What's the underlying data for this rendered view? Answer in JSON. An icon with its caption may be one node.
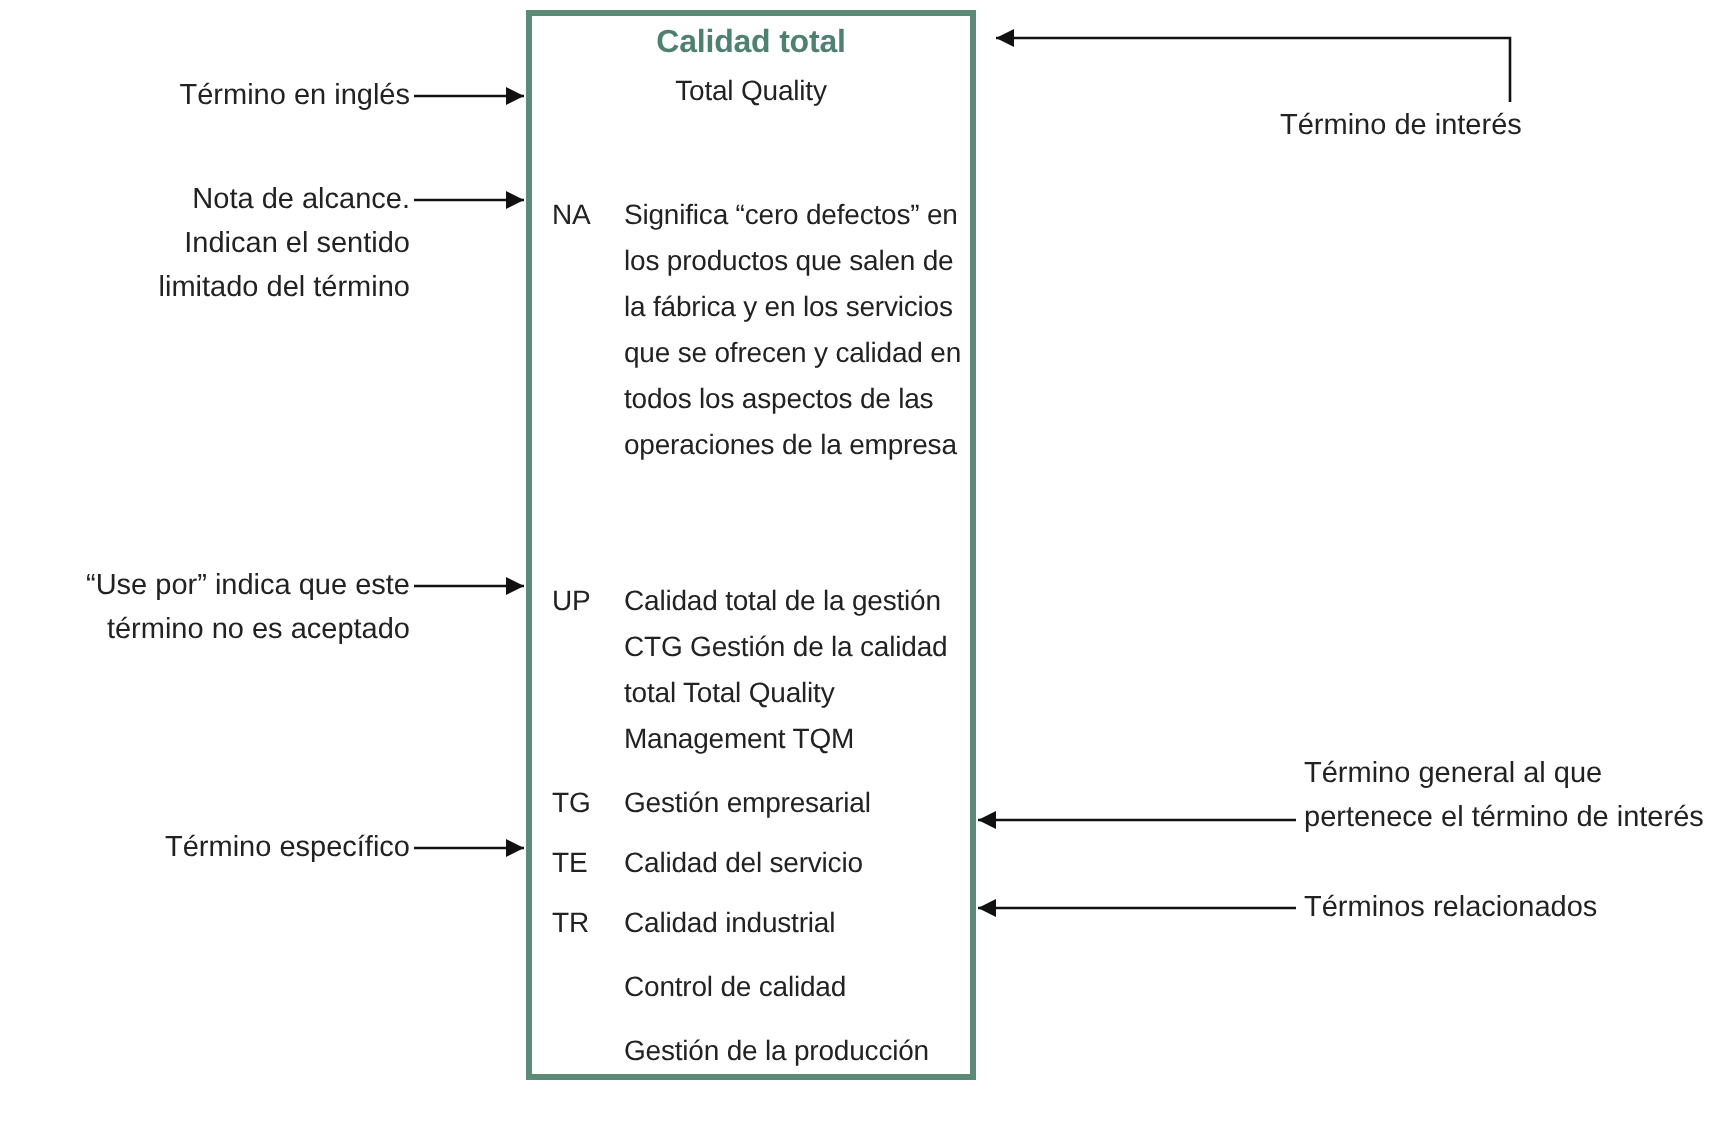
{
  "diagram": {
    "nodes": [
      {
        "text": [
          "Calidad total",
          "Total Quality",
          "NA",
          "Significa “cero defectos” en los productos que salen de la fábrica y en los servicios que se ofrecen y calidad en todos los aspectos de las operaciones de la empresa",
          "UP",
          "Calidad total de la gestión CTG Gestión de la calidad total Total Quality Management TQM",
          "TG",
          "Gestión empresarial",
          "TE",
          "Calidad del servicio",
          "TR",
          "Calidad industrial",
          "Control de calidad",
          "Gestión de la producción"
        ]
      },
      {
        "text": [
          "Término en inglés"
        ]
      },
      {
        "text": [
          "Nota de alcance. Indican el sentido limitado del término"
        ]
      },
      {
        "text": [
          "“Use por” indica que este término no es aceptado"
        ]
      },
      {
        "text": [
          "Término específico"
        ]
      },
      {
        "text": [
          "Término de interés"
        ]
      },
      {
        "text": [
          "Término general al que pertenece el término de interés"
        ]
      },
      {
        "text": [
          "Términos relacionados"
        ]
      }
    ],
    "edges": [
      {
        "from": 1,
        "to": 0,
        "arrow": "to"
      },
      {
        "from": 2,
        "to": 0,
        "arrow": "to"
      },
      {
        "from": 3,
        "to": 0,
        "arrow": "to"
      },
      {
        "from": 4,
        "to": 0,
        "arrow": "to"
      },
      {
        "from": 5,
        "to": 0,
        "arrow": "to"
      },
      {
        "from": 6,
        "to": 0,
        "arrow": "to"
      },
      {
        "from": 7,
        "to": 0,
        "arrow": "to"
      }
    ]
  }
}
